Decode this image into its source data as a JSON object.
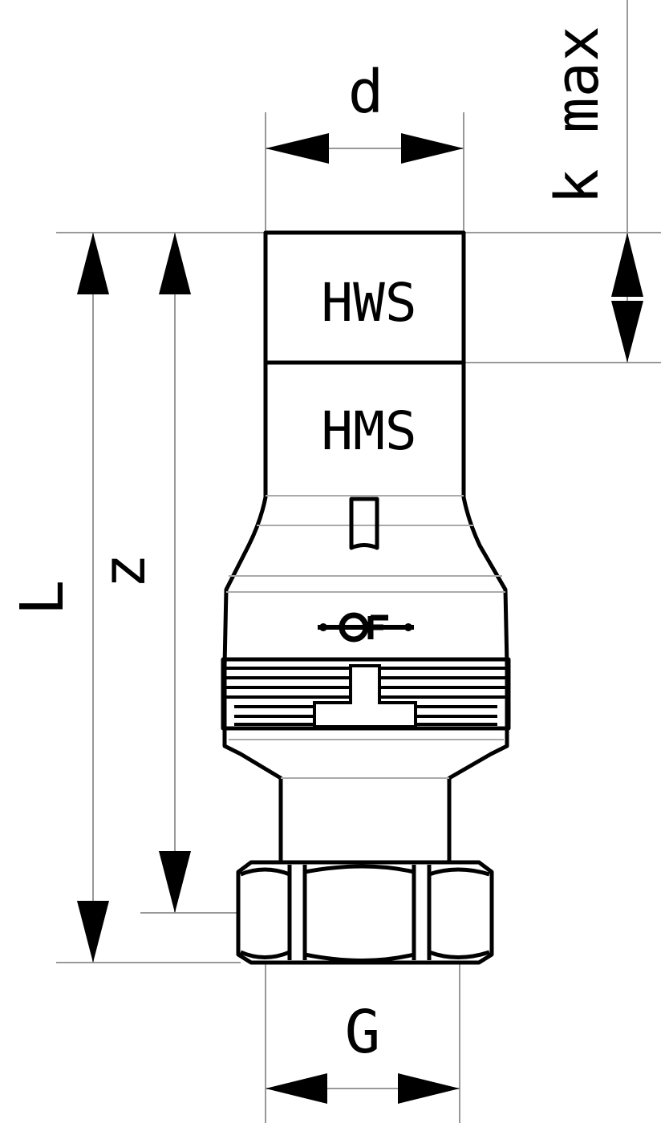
{
  "dimensions": {
    "d": "d",
    "k_max": "k max",
    "L": "L",
    "z": "z",
    "G": "G"
  },
  "markings": {
    "upper": "HWS",
    "lower": "HMS",
    "logo": "+GF+"
  }
}
